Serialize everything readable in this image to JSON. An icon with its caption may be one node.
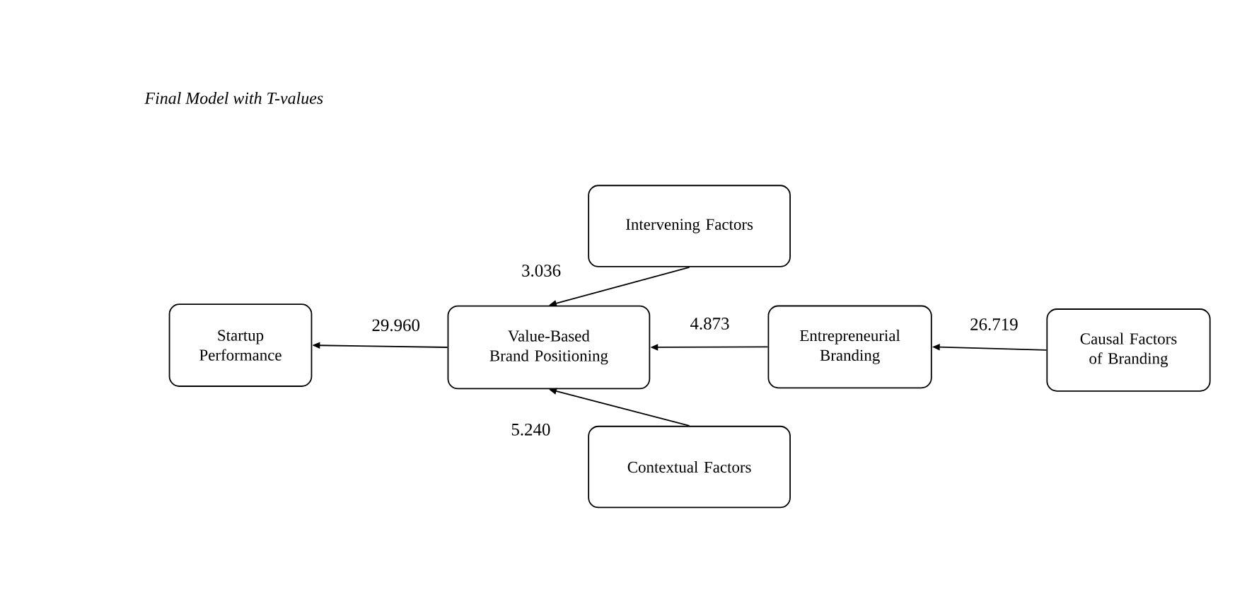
{
  "diagram": {
    "title": "Final Model with T-values",
    "nodes": [
      {
        "text": [
          "Startup Performance"
        ]
      },
      {
        "text": [
          "Value-Based Brand Positioning"
        ]
      },
      {
        "text": [
          "Intervening Factors"
        ]
      },
      {
        "text": [
          "Entrepreneurial Branding"
        ]
      },
      {
        "text": [
          "Contextual Factors"
        ]
      },
      {
        "text": [
          "Causal Factors of Branding"
        ]
      }
    ],
    "edges": [
      {
        "from": 1,
        "to": 0,
        "arrow": "to",
        "label": "29.960"
      },
      {
        "from": 2,
        "to": 1,
        "arrow": "to",
        "label": "3.036"
      },
      {
        "from": 3,
        "to": 1,
        "arrow": "to",
        "label": "4.873"
      },
      {
        "from": 4,
        "to": 1,
        "arrow": "to",
        "label": "5.240"
      },
      {
        "from": 5,
        "to": 3,
        "arrow": "to",
        "label": "26.719"
      }
    ]
  }
}
